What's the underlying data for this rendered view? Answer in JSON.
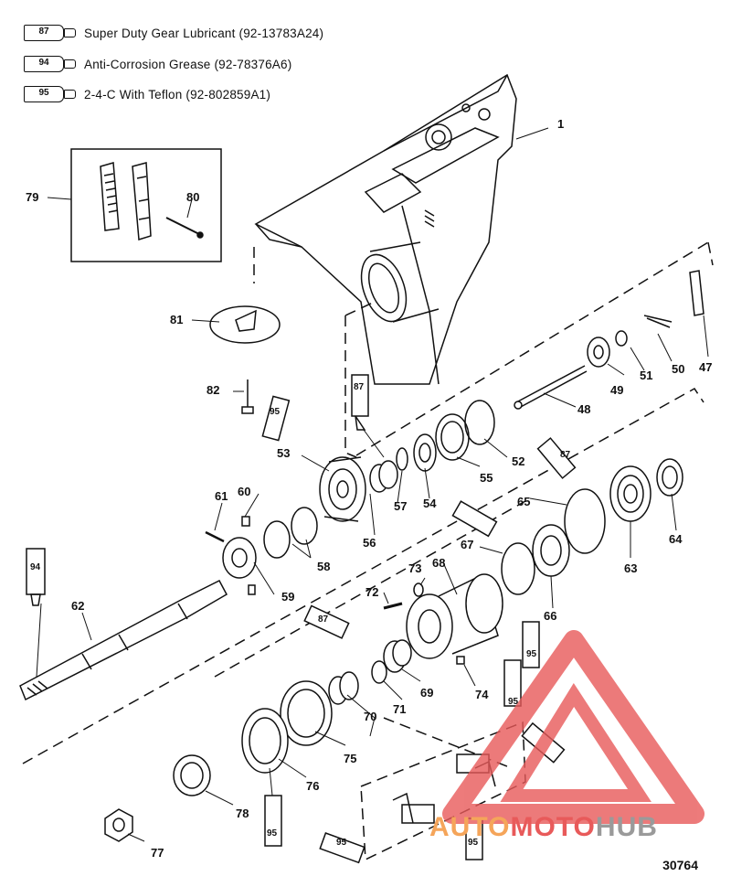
{
  "legend": [
    {
      "code": "87",
      "text": "Super Duty Gear Lubricant (92-13783A24)"
    },
    {
      "code": "94",
      "text": "Anti-Corrosion Grease (92-78376A6)"
    },
    {
      "code": "95",
      "text": "2-4-C  With Teflon  (92-802859A1)"
    }
  ],
  "callouts": [
    "1",
    "79",
    "80",
    "81",
    "82",
    "87",
    "95",
    "53",
    "60",
    "61",
    "94",
    "62",
    "59",
    "58",
    "56",
    "57",
    "54",
    "55",
    "52",
    "48",
    "50",
    "51",
    "49",
    "47",
    "65",
    "87",
    "63",
    "64",
    "67",
    "68",
    "73",
    "72",
    "66",
    "87",
    "95",
    "69",
    "74",
    "71",
    "70",
    "95",
    "75",
    "76",
    "78",
    "77",
    "95",
    "95",
    "95"
  ],
  "figure_number": "30764",
  "watermark": {
    "part1": "AUTO",
    "part2": "MOTO",
    "part3": "HUB"
  }
}
